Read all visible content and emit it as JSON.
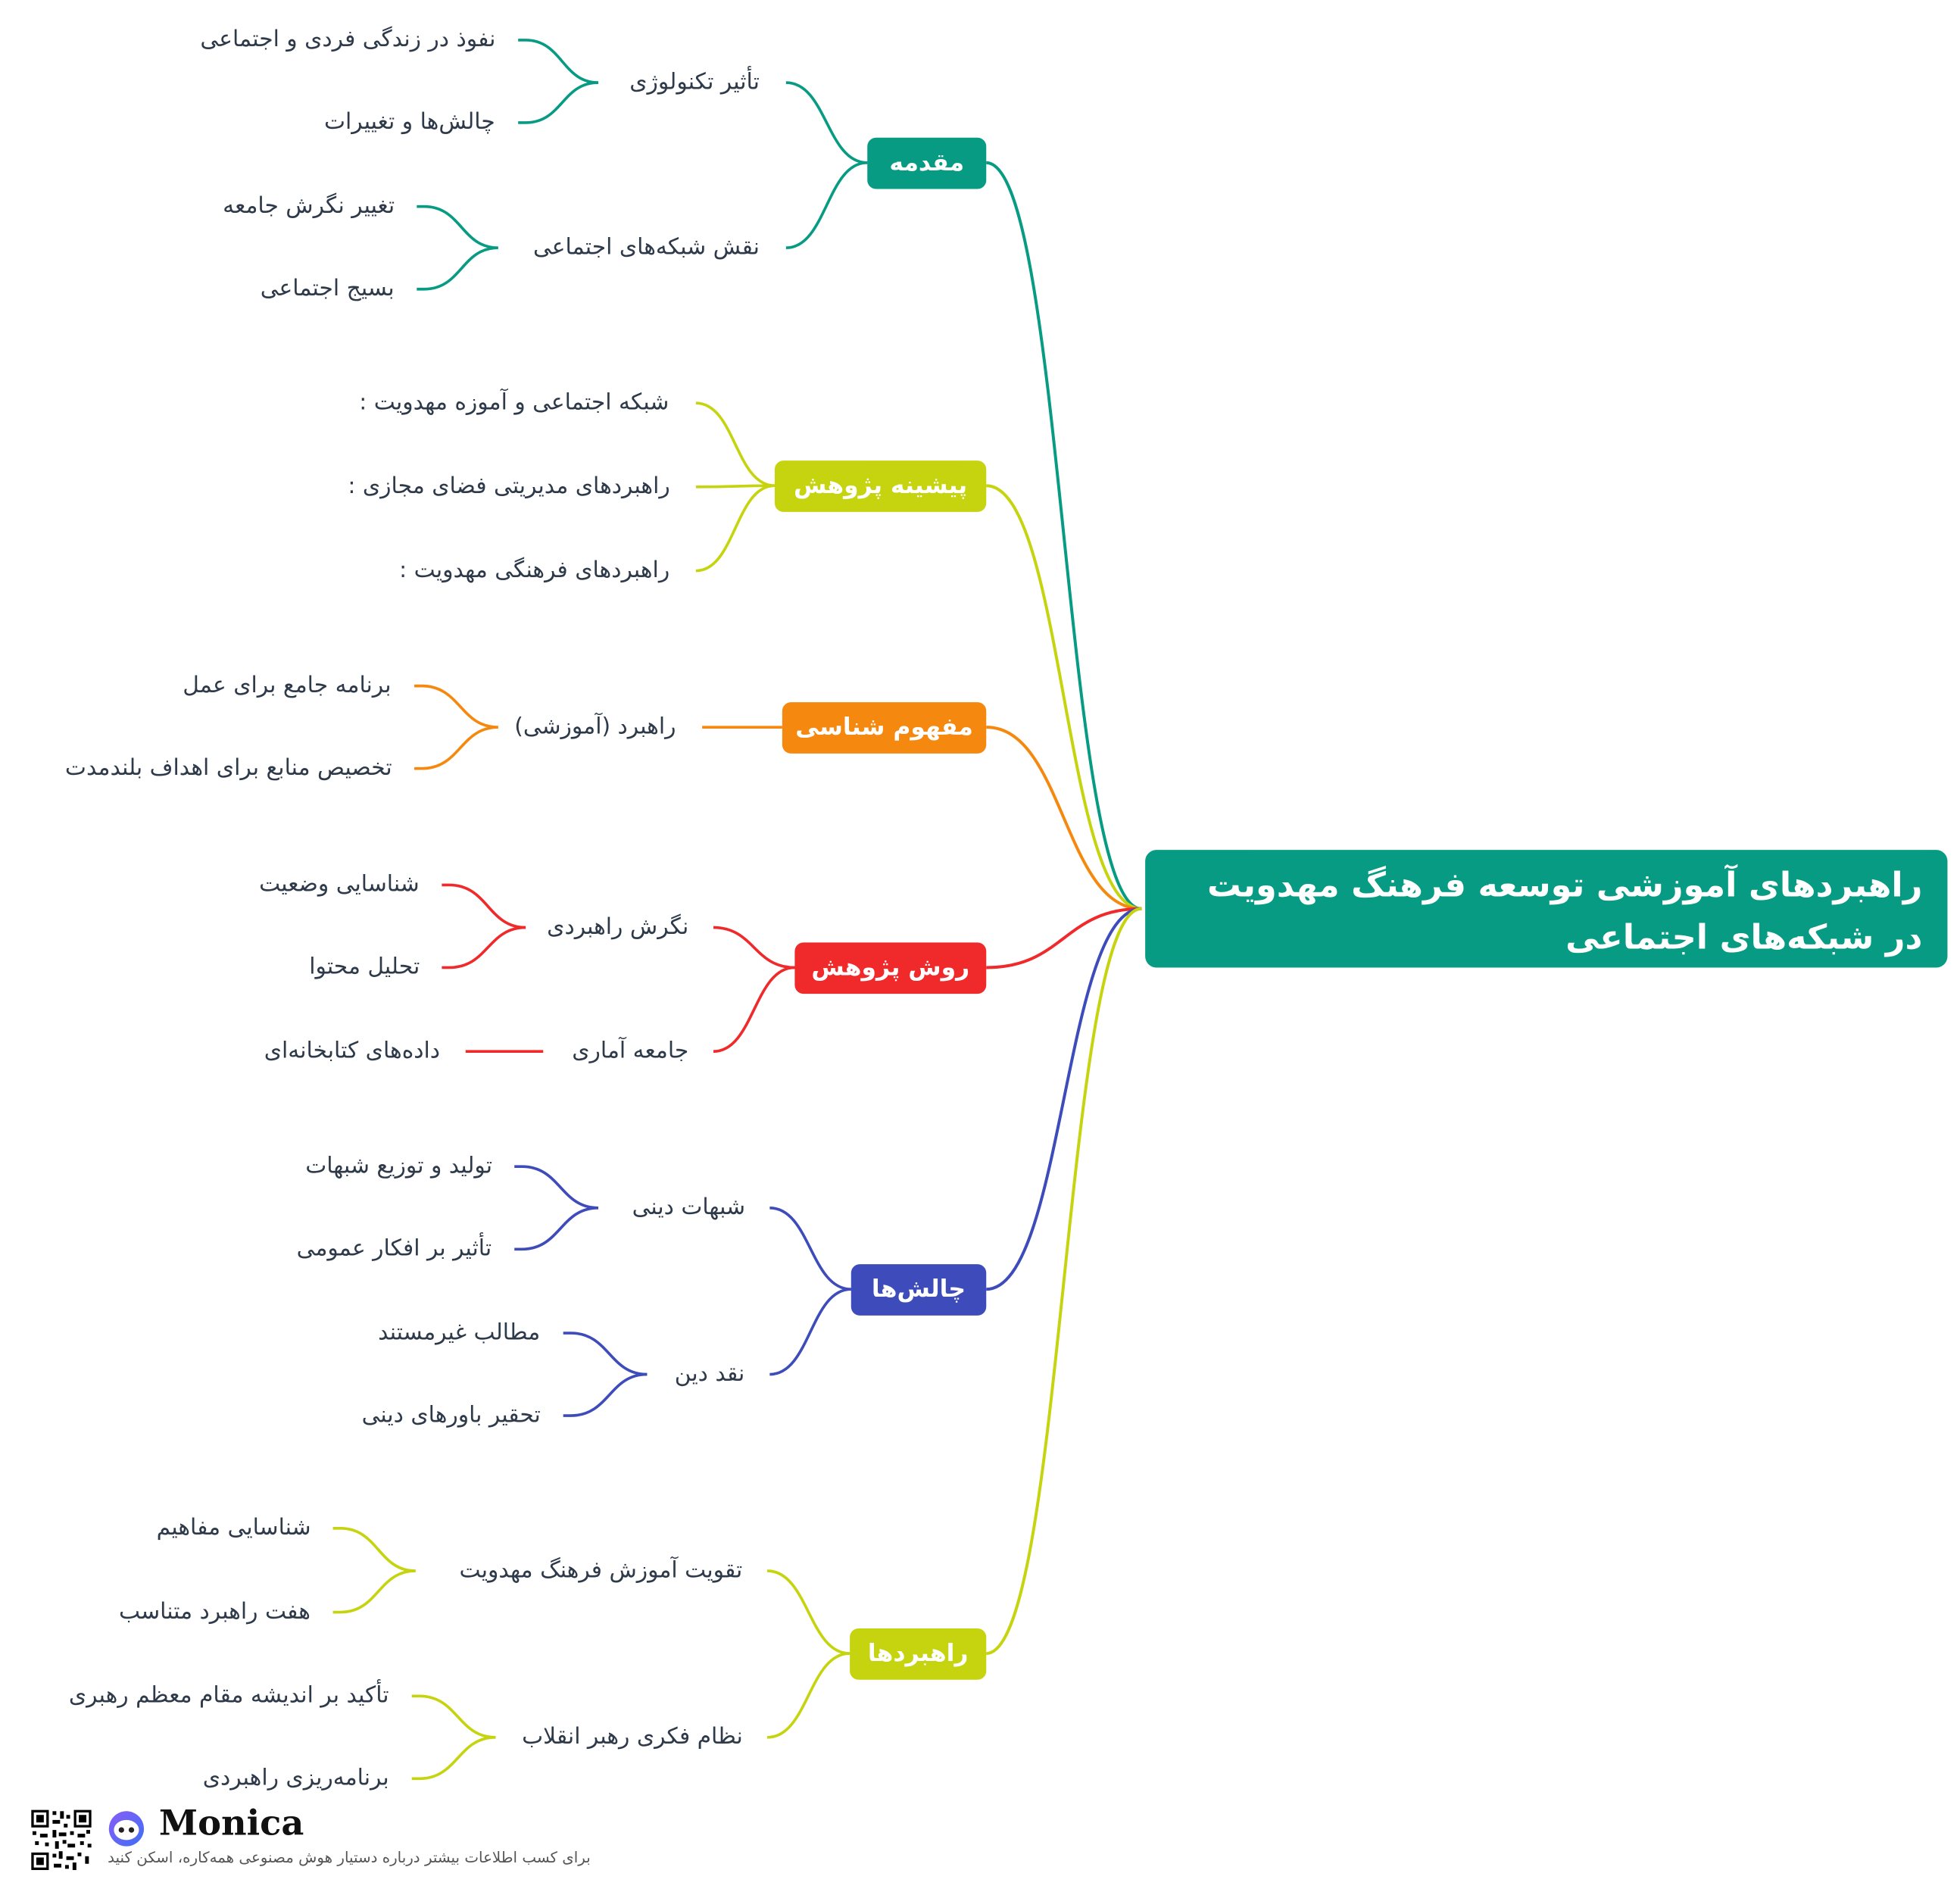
{
  "root": {
    "title": "راهبردهای آموزشی توسعه فرهنگ مهدویت در شبکه‌های اجتماعی",
    "color": "#079b83"
  },
  "branches": [
    {
      "label": "مقدمه",
      "color": "#079b83",
      "children": [
        {
          "label": "تأثیر تکنولوژی",
          "children": [
            "نفوذ در زندگی فردی و اجتماعی",
            "چالش‌ها و تغییرات"
          ]
        },
        {
          "label": "نقش شبکه‌های اجتماعی",
          "children": [
            "تغییر نگرش جامعه",
            "بسیج اجتماعی"
          ]
        }
      ]
    },
    {
      "label": "پیشینه پژوهش",
      "color": "#c5d40e",
      "children": [
        {
          "label": "شبکه اجتماعی و آموزه مهدویت :",
          "children": []
        },
        {
          "label": "راهبردهای مدیریتی فضای مجازی :",
          "children": []
        },
        {
          "label": "راهبردهای فرهنگی مهدویت :",
          "children": []
        }
      ]
    },
    {
      "label": "مفهوم شناسی",
      "color": "#f5890f",
      "children": [
        {
          "label": "راهبرد (آموزشی)",
          "children": [
            "برنامه جامع برای عمل",
            "تخصیص منابع برای اهداف بلندمدت"
          ]
        }
      ]
    },
    {
      "label": "روش پژوهش",
      "color": "#f0292b",
      "children": [
        {
          "label": "نگرش راهبردی",
          "children": [
            "شناسایی وضعیت",
            "تحلیل محتوا"
          ]
        },
        {
          "label": "جامعه آماری",
          "children": [
            "داده‌های کتابخانه‌ای"
          ]
        }
      ]
    },
    {
      "label": "چالش‌ها",
      "color": "#3d4cba",
      "children": [
        {
          "label": "شبهات دینی",
          "children": [
            "تولید و توزیع شبهات",
            "تأثیر بر افکار عمومی"
          ]
        },
        {
          "label": "نقد دین",
          "children": [
            "مطالب غیرمستند",
            "تحقیر باورهای دینی"
          ]
        }
      ]
    },
    {
      "label": "راهبردها",
      "color": "#c5d40e",
      "children": [
        {
          "label": "تقویت آموزش فرهنگ مهدویت",
          "children": [
            "شناسایی مفاهیم",
            "هفت راهبرد متناسب"
          ]
        },
        {
          "label": "نظام فکری رهبر انقلاب",
          "children": [
            "تأکید بر اندیشه مقام معظم رهبری",
            "برنامه‌ریزی راهبردی"
          ]
        }
      ]
    }
  ],
  "footer": {
    "brand": "Monica",
    "tagline": "برای کسب اطلاعات بیشتر درباره دستیار هوش مصنوعی همه‌کاره، اسکن کنید"
  }
}
